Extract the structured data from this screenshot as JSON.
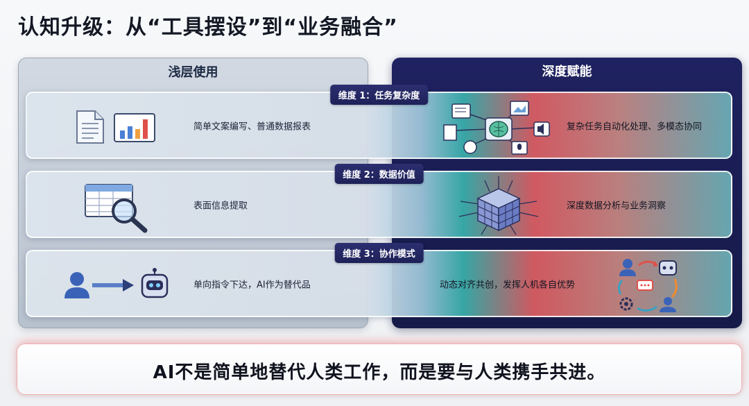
{
  "title": "认知升级：从“工具摆设”到“业务融合”",
  "columns": {
    "left_title": "浅层使用",
    "right_title": "深度赋能"
  },
  "rows": [
    {
      "badge": "维度 1：任务复杂度",
      "left_text": "简单文案编写、普通数据报表",
      "right_text": "复杂任务自动化处理、多模态协同"
    },
    {
      "badge": "维度 2：数据价值",
      "left_text": "表面信息提取",
      "right_text": "深度数据分析与业务洞察"
    },
    {
      "badge": "维度 3：协作模式",
      "left_text": "单向指令下达，AI作为替代品",
      "right_text": "动态对齐共创，发挥人机各自优势"
    }
  ],
  "banner": "AI不是简单地替代人类工作，而是要与人类携手共进。",
  "colors": {
    "deep_navy": "#1f2260",
    "shallow_gray": "#c3ccd7",
    "accent_red": "#f06464",
    "accent_teal": "#3cbeb4"
  },
  "icons": {
    "row1_left": [
      "document-icon",
      "bar-chart-icon"
    ],
    "row1_right": "multimodal-brain-network-icon",
    "row2_left": "spreadsheet-magnifier-icon",
    "row2_right": "data-cube-icon",
    "row3_left": [
      "user-icon",
      "arrow-right-icon",
      "robot-icon"
    ],
    "row3_right": "human-ai-cycle-icon"
  }
}
